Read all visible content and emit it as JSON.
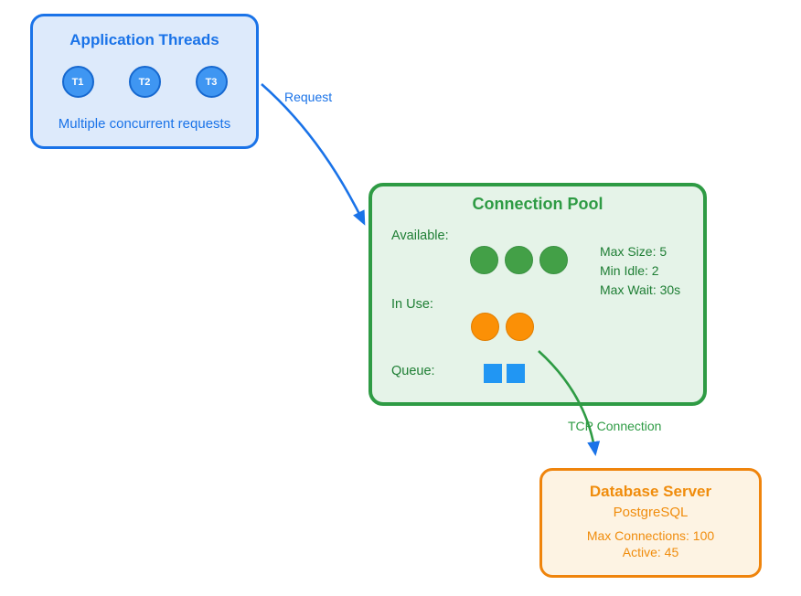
{
  "app_box": {
    "title": "Application Threads",
    "threads": [
      {
        "label": "T1"
      },
      {
        "label": "T2"
      },
      {
        "label": "T3"
      }
    ],
    "caption": "Multiple concurrent requests"
  },
  "pool_box": {
    "title": "Connection Pool",
    "available_label": "Available:",
    "available_count": 3,
    "in_use_label": "In Use:",
    "in_use_count": 2,
    "queue_label": "Queue:",
    "queue_count": 2,
    "config": [
      "Max Size: 5",
      "Min Idle: 2",
      "Max Wait: 30s"
    ]
  },
  "db_box": {
    "title": "Database Server",
    "subtitle": "PostgreSQL",
    "stats": [
      "Max Connections: 100",
      "Active: 45"
    ]
  },
  "edges": {
    "request_label": "Request",
    "tcp_label": "TCP Connection"
  },
  "colors": {
    "blue": "#1a73e8",
    "light_blue_fill": "#ddeafb",
    "green": "#2e9b44",
    "dark_green_text": "#1e7e34",
    "light_green_fill": "#e5f3e8",
    "green_dot": "#43a047",
    "orange_dot": "#fb9006",
    "queue_square_blue": "#2196f3",
    "orange": "#f08c0c",
    "light_orange_fill": "#fdf3e3"
  }
}
